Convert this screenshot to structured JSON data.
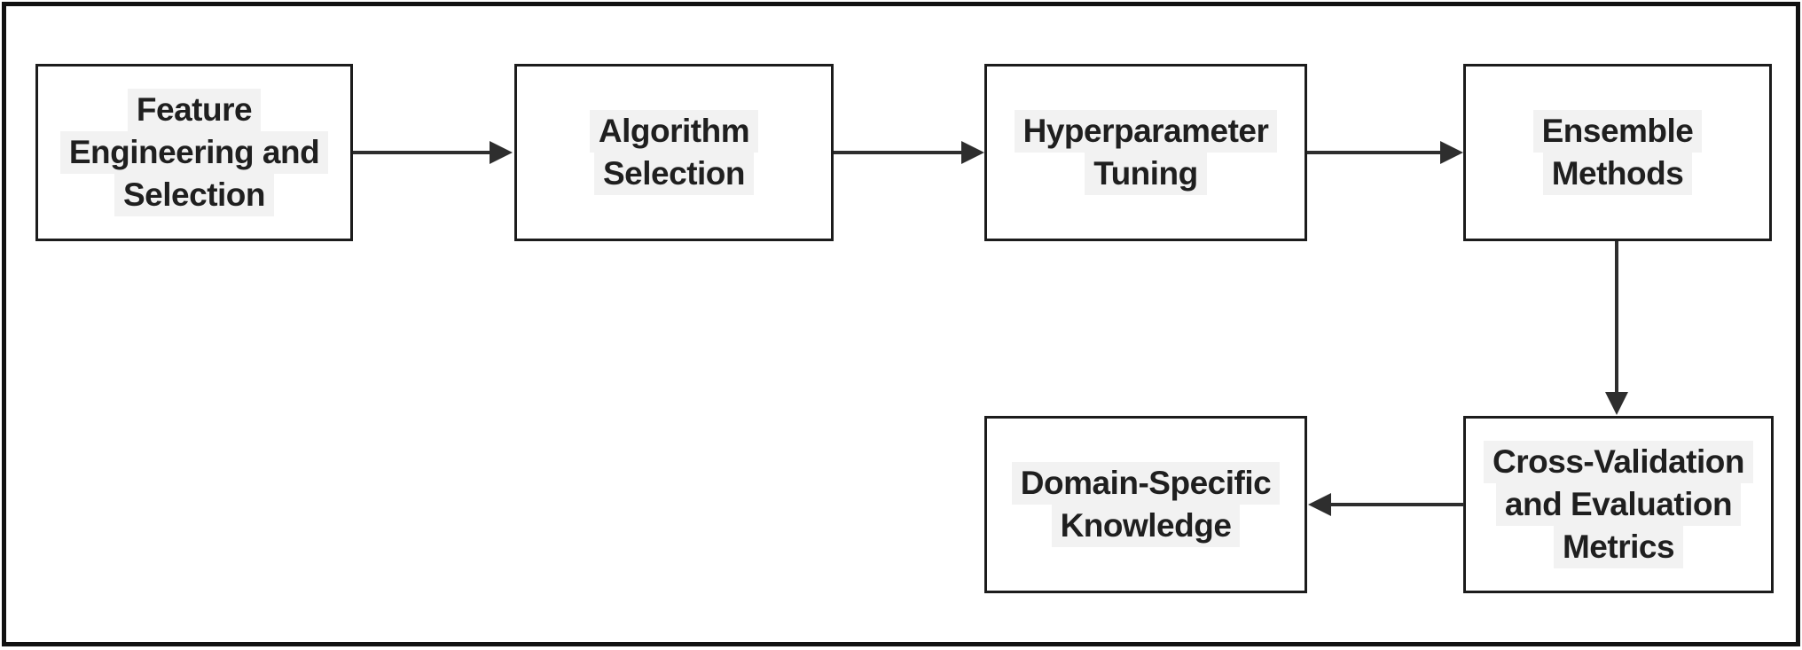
{
  "diagram": {
    "type": "flowchart",
    "nodes": [
      {
        "id": "feature-engineering-selection",
        "label": "Feature Engineering and Selection",
        "lines": [
          "Feature",
          "Engineering and",
          "Selection"
        ]
      },
      {
        "id": "algorithm-selection",
        "label": "Algorithm Selection",
        "lines": [
          "Algorithm",
          "Selection"
        ]
      },
      {
        "id": "hyperparameter-tuning",
        "label": "Hyperparameter Tuning",
        "lines": [
          "Hyperparameter",
          "Tuning"
        ]
      },
      {
        "id": "ensemble-methods",
        "label": "Ensemble Methods",
        "lines": [
          "Ensemble",
          "Methods"
        ]
      },
      {
        "id": "cross-validation-evaluation-metrics",
        "label": "Cross-Validation and Evaluation Metrics",
        "lines": [
          "Cross-Validation",
          "and Evaluation",
          "Metrics"
        ]
      },
      {
        "id": "domain-specific-knowledge",
        "label": "Domain-Specific Knowledge",
        "lines": [
          "Domain-Specific",
          "Knowledge"
        ]
      }
    ],
    "arrows": [
      {
        "from": "feature-engineering-selection",
        "to": "algorithm-selection",
        "direction": "right"
      },
      {
        "from": "algorithm-selection",
        "to": "hyperparameter-tuning",
        "direction": "right"
      },
      {
        "from": "hyperparameter-tuning",
        "to": "ensemble-methods",
        "direction": "right"
      },
      {
        "from": "ensemble-methods",
        "to": "cross-validation-evaluation-metrics",
        "direction": "down"
      },
      {
        "from": "cross-validation-evaluation-metrics",
        "to": "domain-specific-knowledge",
        "direction": "left"
      }
    ],
    "colors": {
      "background": "#ffffff",
      "frame_border": "#111111",
      "node_border": "#1c1c1c",
      "node_fill": "#ffffff",
      "text": "#1f1f1f",
      "text_highlight": "#f2f2f2",
      "arrow": "#2e2e2e"
    }
  }
}
